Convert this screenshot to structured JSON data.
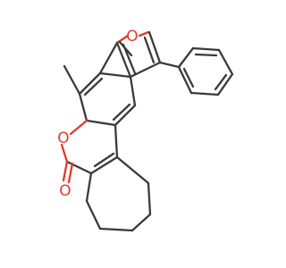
{
  "molecule": {
    "atoms": {
      "furan_oxygen": "O",
      "lactone_ring_oxygen": "O",
      "carbonyl_oxygen": "O"
    },
    "colors": {
      "bond": "#3a3a3a",
      "heteroatom": "#e3392b",
      "background": "#ffffff"
    }
  }
}
